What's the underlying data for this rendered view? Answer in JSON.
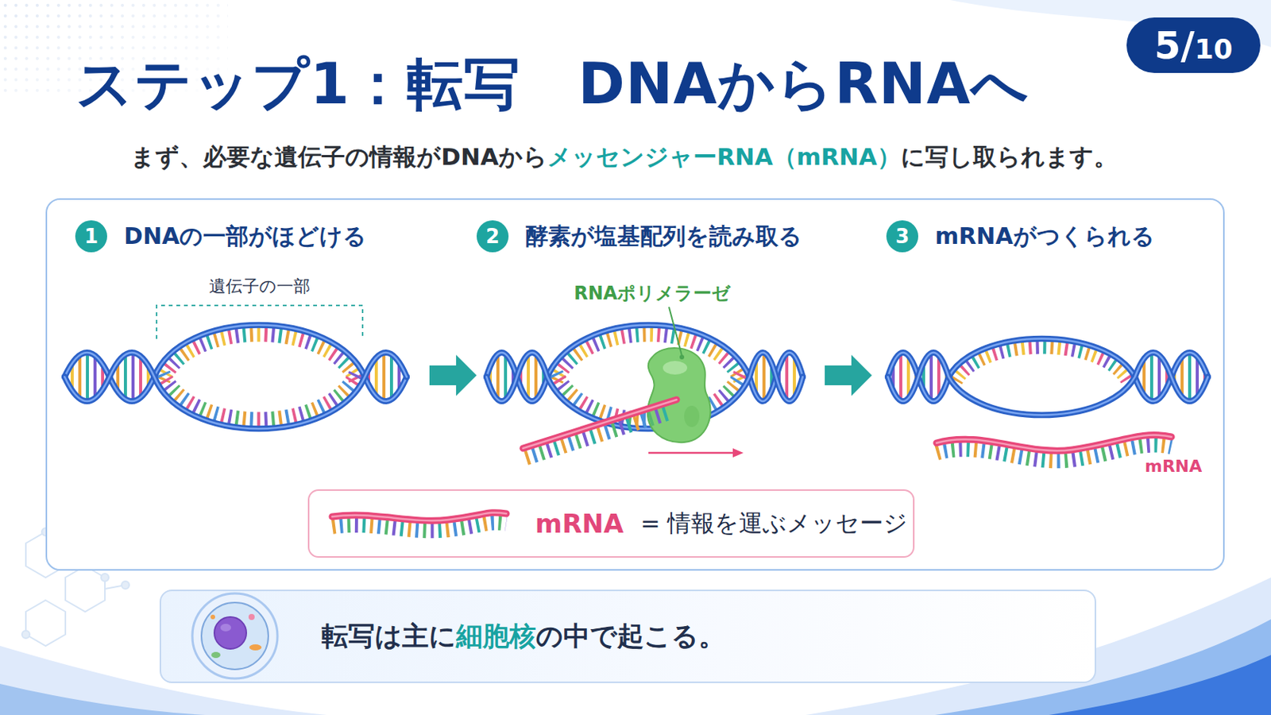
{
  "diagram": {
    "title": "ステップ1：転写　DNAからRNAへ",
    "nodes": [
      {
        "text": [
          "5/10"
        ]
      },
      {
        "text": [
          "1",
          "DNAの一部がほどける"
        ]
      },
      {
        "text": [
          "2",
          "酵素が塩基配列を読み取る"
        ]
      },
      {
        "text": [
          "3",
          "mRNAがつくられる"
        ]
      },
      {
        "text": [
          "mRNA",
          "= 情報を運ぶメッセージ"
        ]
      },
      {
        "text": [
          "転写は主に",
          "細胞核",
          "の中で起こる。"
        ]
      }
    ],
    "labels": [
      "まず、必要な遺伝子の情報がDNAから",
      "メッセンジャーRNA（mRNA）",
      "に写し取られます。",
      "遺伝子の一部",
      "RNAポリメラーゼ",
      "mRNA"
    ]
  }
}
